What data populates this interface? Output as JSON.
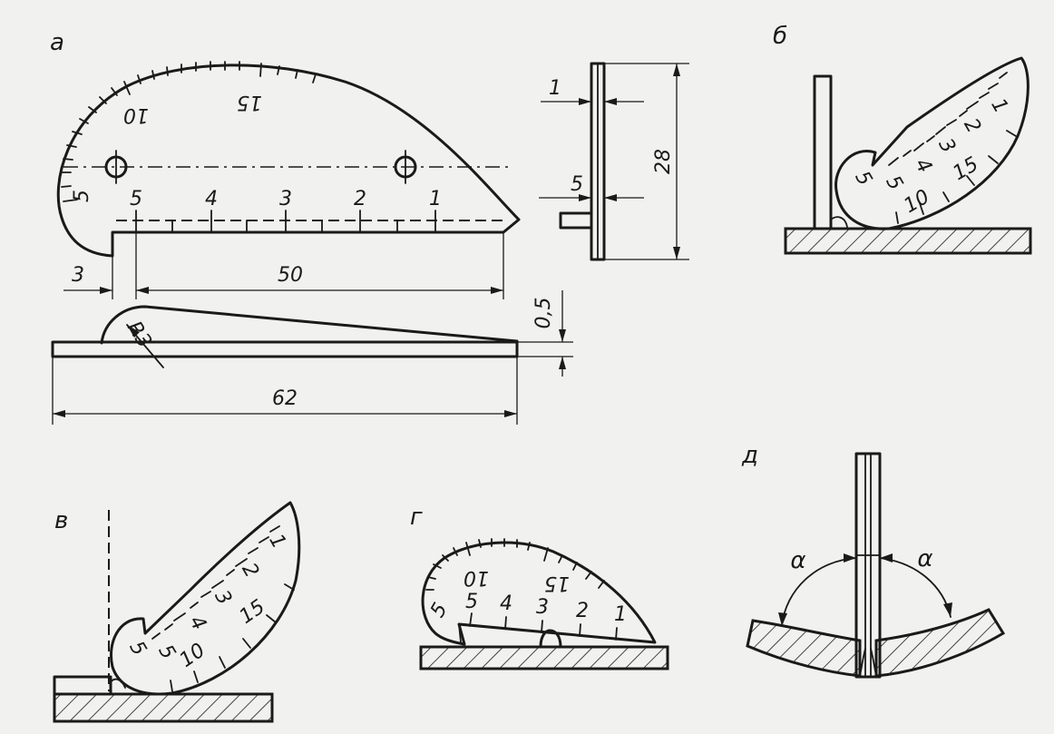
{
  "labels": {
    "a": "а",
    "b": "б",
    "v": "в",
    "g": "г",
    "d": "д"
  },
  "panel_a": {
    "arc_scale": [
      "10",
      "15"
    ],
    "left_scale": "5",
    "straight_scale": [
      "5",
      "4",
      "3",
      "2",
      "1"
    ],
    "dim_3": "3",
    "dim_50": "50",
    "dim_0_5": "0,5",
    "dim_R3": "R3",
    "dim_62": "62",
    "dim_1": "1",
    "dim_5": "5",
    "dim_28": "28"
  },
  "panel_b": {
    "scale": [
      "5",
      "5",
      "4",
      "3",
      "2",
      "1",
      "10",
      "15"
    ]
  },
  "panel_v": {
    "scale": [
      "5",
      "5",
      "4",
      "3",
      "2",
      "1",
      "10",
      "15"
    ]
  },
  "panel_g": {
    "arc_scale": [
      "10",
      "15"
    ],
    "left_scale": "5",
    "straight_scale": [
      "5",
      "4",
      "3",
      "2",
      "1"
    ]
  },
  "panel_d": {
    "angle_left": "α",
    "angle_right": "α"
  }
}
